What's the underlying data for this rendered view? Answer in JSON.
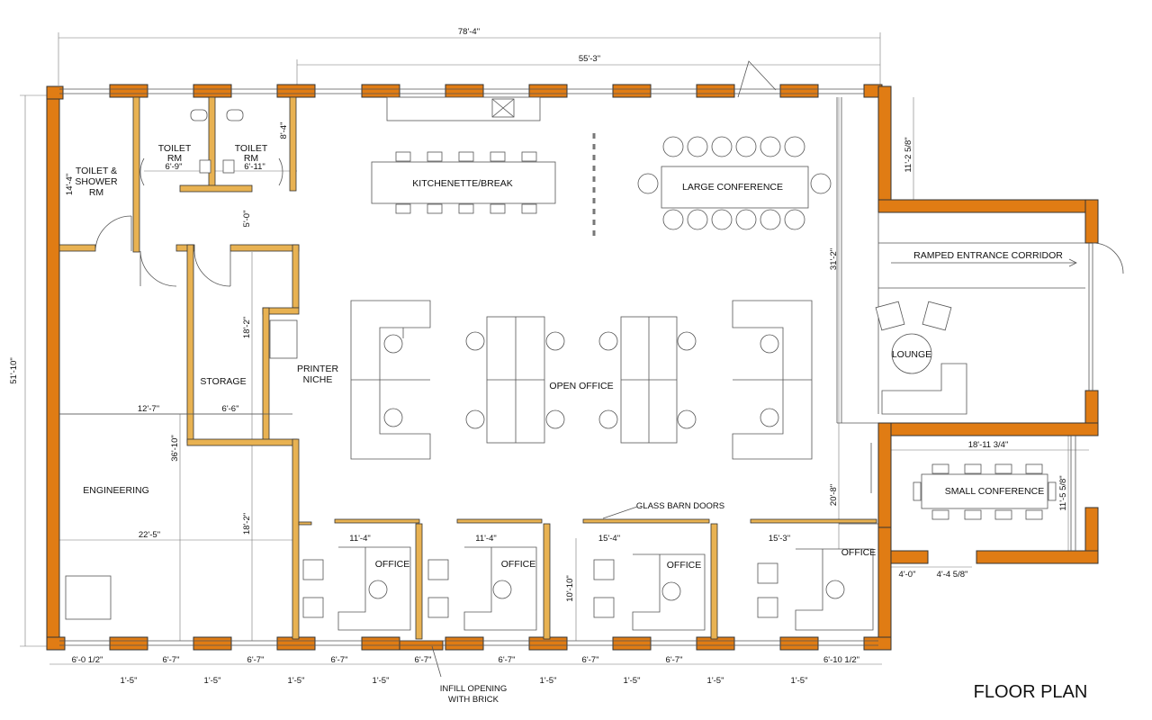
{
  "title": "FLOOR PLAN",
  "rooms": {
    "toilet_shower": "TOILET &\nSHOWER\nRM",
    "toilet_rm_1": "TOILET\nRM",
    "toilet_rm_2": "TOILET\nRM",
    "kitchenette": "KITCHENETTE/BREAK",
    "large_conference": "LARGE CONFERENCE",
    "ramped_corridor": "RAMPED ENTRANCE CORRIDOR",
    "lounge": "LOUNGE",
    "storage": "STORAGE",
    "printer_niche": "PRINTER\nNICHE",
    "open_office": "OPEN OFFICE",
    "engineering": "ENGINEERING",
    "small_conference": "SMALL CONFERENCE",
    "office_1": "OFFICE",
    "office_2": "OFFICE",
    "office_3": "OFFICE",
    "office_4": "OFFICE"
  },
  "notes": {
    "glass_barn_doors": "GLASS BARN DOORS",
    "infill_opening": "INFILL OPENING\nWITH BRICK"
  },
  "dims": {
    "overall_width": "78'-4\"",
    "inner_width": "55'-3\"",
    "overall_height": "51'-10\"",
    "toilet_shower_h": "14'-4\"",
    "toilet_h": "8'-4\"",
    "toilet_w1": "6'-9\"",
    "toilet_w2": "6'-11\"",
    "hall_gap": "5'-0\"",
    "storage_h": "18'-2\"",
    "eng_w": "12'-7\"",
    "storage_w": "6'-6\"",
    "eng_h": "36'-10\"",
    "eng_lower_h": "18'-2\"",
    "eng_lower_w": "22'-5\"",
    "right_h": "11'-2 5/8\"",
    "open_h": "31'-2\"",
    "small_conf_w": "18'-11 3/4\"",
    "small_conf_h": "11'-5 5/8\"",
    "lower_right_h": "20'-8\"",
    "door_1": "4'-0\"",
    "door_2": "4'-4 5/8\"",
    "office_w1": "11'-4\"",
    "office_w2": "11'-4\"",
    "office_w3": "15'-4\"",
    "office_w4": "15'-3\"",
    "office_h": "10'-10\"",
    "bottom": [
      "6'-0 1/2\"",
      "6'-7\"",
      "6'-7\"",
      "6'-7\"",
      "6'-7\"",
      "6'-7\"",
      "6'-7\"",
      "6'-7\"",
      "6'-10 1/2\""
    ],
    "piers": [
      "1'-5\"",
      "1'-5\"",
      "1'-5\"",
      "1'-5\"",
      "1'-5\"",
      "1'-5\"",
      "1'-5\"",
      "1'-5\""
    ]
  }
}
